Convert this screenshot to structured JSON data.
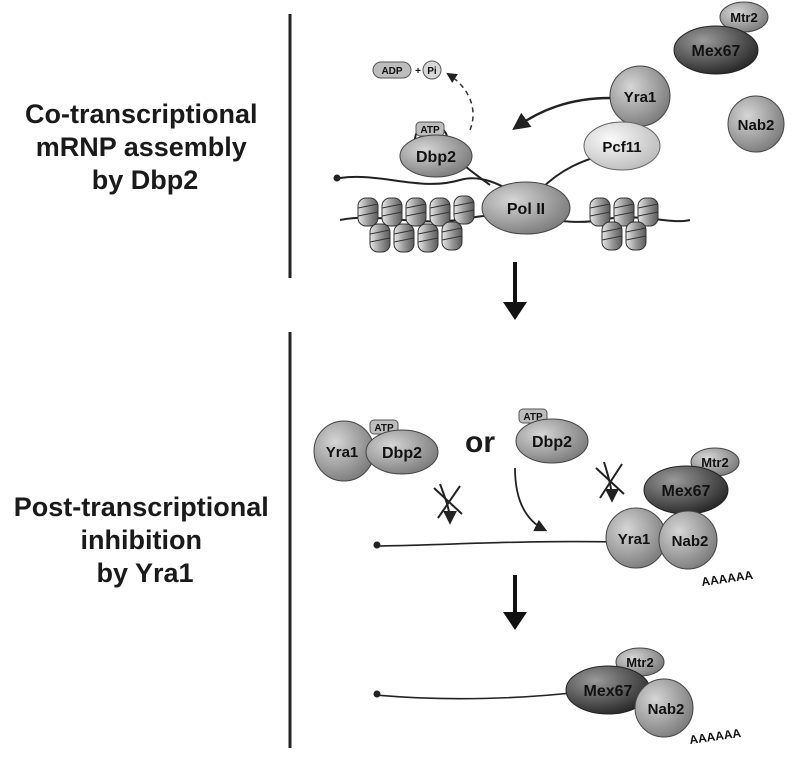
{
  "sections": [
    {
      "lines": [
        "Co-transcriptional",
        "mRNP assembly",
        "by Dbp2"
      ]
    },
    {
      "lines": [
        "Post-transcriptional",
        "inhibition",
        "by Yra1"
      ]
    }
  ],
  "top": {
    "adp": "ADP",
    "plus": "+",
    "pi": "Pi",
    "atp": "ATP",
    "dbp2": "Dbp2",
    "pol2": "Pol II",
    "yra1": "Yra1",
    "pcf11": "Pcf11",
    "mtr2": "Mtr2",
    "mex67": "Mex67",
    "nab2": "Nab2"
  },
  "middle": {
    "yra1_left": "Yra1",
    "atp_left": "ATP",
    "dbp2_left": "Dbp2",
    "or": "or",
    "atp_mid": "ATP",
    "dbp2_mid": "Dbp2",
    "mtr2": "Mtr2",
    "mex67": "Mex67",
    "yra1": "Yra1",
    "nab2": "Nab2",
    "polya": "AAAAAA"
  },
  "bottom": {
    "mtr2": "Mtr2",
    "mex67": "Mex67",
    "nab2": "Nab2",
    "polya": "AAAAAA"
  },
  "colors": {
    "light_grey": "#c9c9c9",
    "mid_grey": "#8f8f8f",
    "dark_grey": "#3a3a3a",
    "line": "#222222"
  }
}
